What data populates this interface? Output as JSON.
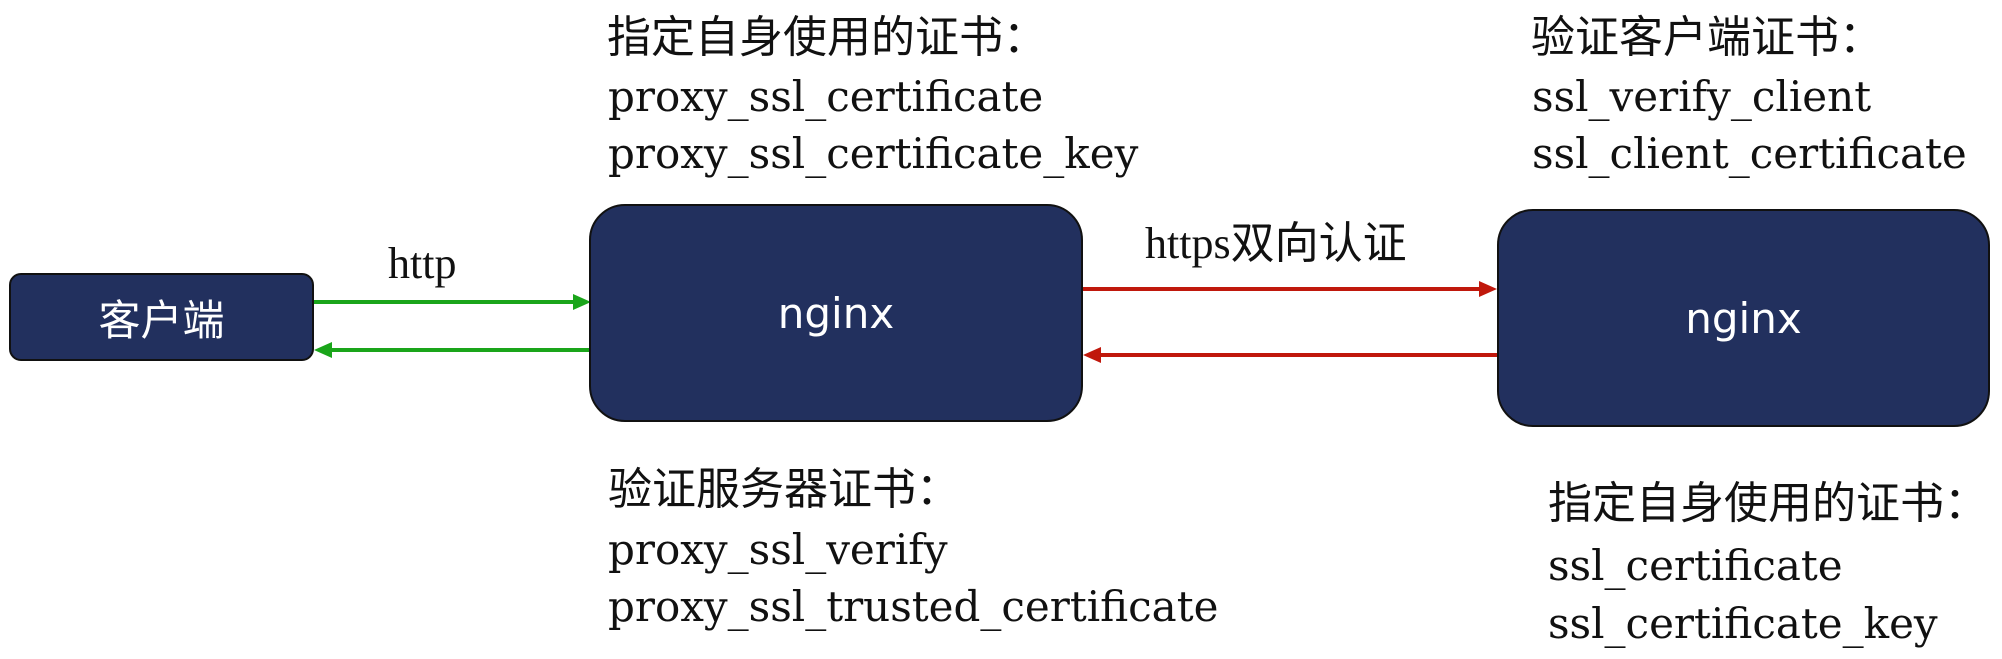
{
  "colors": {
    "box_fill": "#22305e",
    "box_text": "#ffffff",
    "http_arrow": "#1aa51a",
    "https_arrow": "#c0180c",
    "text": "#111111"
  },
  "nodes": {
    "client": "客户端",
    "nginx_proxy": "nginx",
    "nginx_server": "nginx"
  },
  "edges": {
    "http": "http",
    "https": "https双向认证"
  },
  "annotations": {
    "proxy_own_cert": {
      "title": "指定自身使用的证书：",
      "lines": [
        "proxy_ssl_certificate",
        "proxy_ssl_certificate_key"
      ]
    },
    "proxy_verify_server": {
      "title": "验证服务器证书：",
      "lines": [
        "proxy_ssl_verify",
        "proxy_ssl_trusted_certificate"
      ]
    },
    "server_verify_client": {
      "title": "验证客户端证书：",
      "lines": [
        "ssl_verify_client",
        "ssl_client_certificate"
      ]
    },
    "server_own_cert": {
      "title": "指定自身使用的证书：",
      "lines": [
        "ssl_certificate",
        "ssl_certificate_key"
      ]
    }
  }
}
